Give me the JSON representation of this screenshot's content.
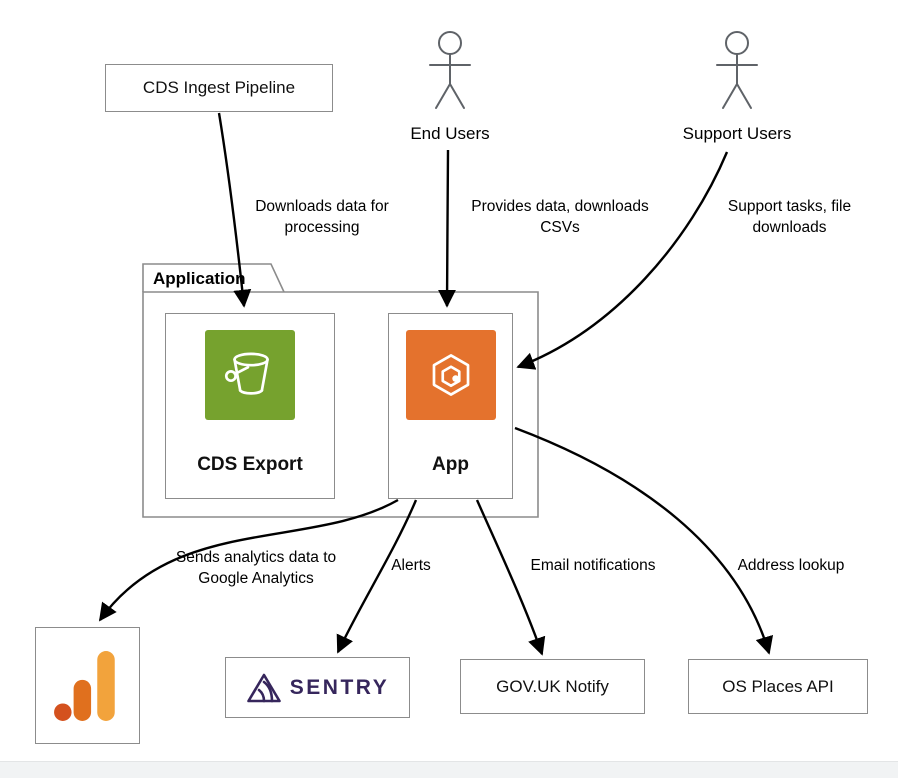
{
  "diagram": {
    "nodes": {
      "cds_ingest_pipeline": {
        "label": "CDS Ingest Pipeline",
        "type": "box"
      },
      "end_users": {
        "label": "End Users",
        "type": "actor"
      },
      "support_users": {
        "label": "Support Users",
        "type": "actor"
      },
      "application_boundary": {
        "label": "Application",
        "type": "boundary"
      },
      "cds_export": {
        "label": "CDS Export",
        "icon": "aws-s3-bucket-icon"
      },
      "app": {
        "label": "App",
        "icon": "aws-ecs-icon"
      },
      "google_analytics": {
        "label": "",
        "icon": "google-analytics-icon"
      },
      "sentry": {
        "label": "SENTRY",
        "icon": "sentry-logo-icon"
      },
      "govuk_notify": {
        "label": "GOV.UK Notify"
      },
      "os_places_api": {
        "label": "OS Places API"
      }
    },
    "edges": [
      {
        "from": "CDS Ingest Pipeline",
        "to": "CDS Export",
        "label": "Downloads data for\nprocessing"
      },
      {
        "from": "End Users",
        "to": "App",
        "label": "Provides data, downloads\nCSVs"
      },
      {
        "from": "Support Users",
        "to": "App",
        "label": "Support tasks, file\ndownloads"
      },
      {
        "from": "App",
        "to": "Google Analytics",
        "label": "Sends analytics data to\nGoogle Analytics"
      },
      {
        "from": "App",
        "to": "Sentry",
        "label": "Alerts"
      },
      {
        "from": "App",
        "to": "GOV.UK Notify",
        "label": "Email notifications"
      },
      {
        "from": "App",
        "to": "OS Places API",
        "label": "Address lookup"
      }
    ],
    "colors": {
      "s3_green": "#76A22E",
      "app_orange": "#E4722D",
      "ga_bar_tall": "#F2A33C",
      "ga_bar_mid": "#E0701E",
      "ga_dot": "#D4511E",
      "sentry_purple": "#36265C",
      "border_gray": "#8C8C8C",
      "arrow_black": "#000000"
    }
  }
}
